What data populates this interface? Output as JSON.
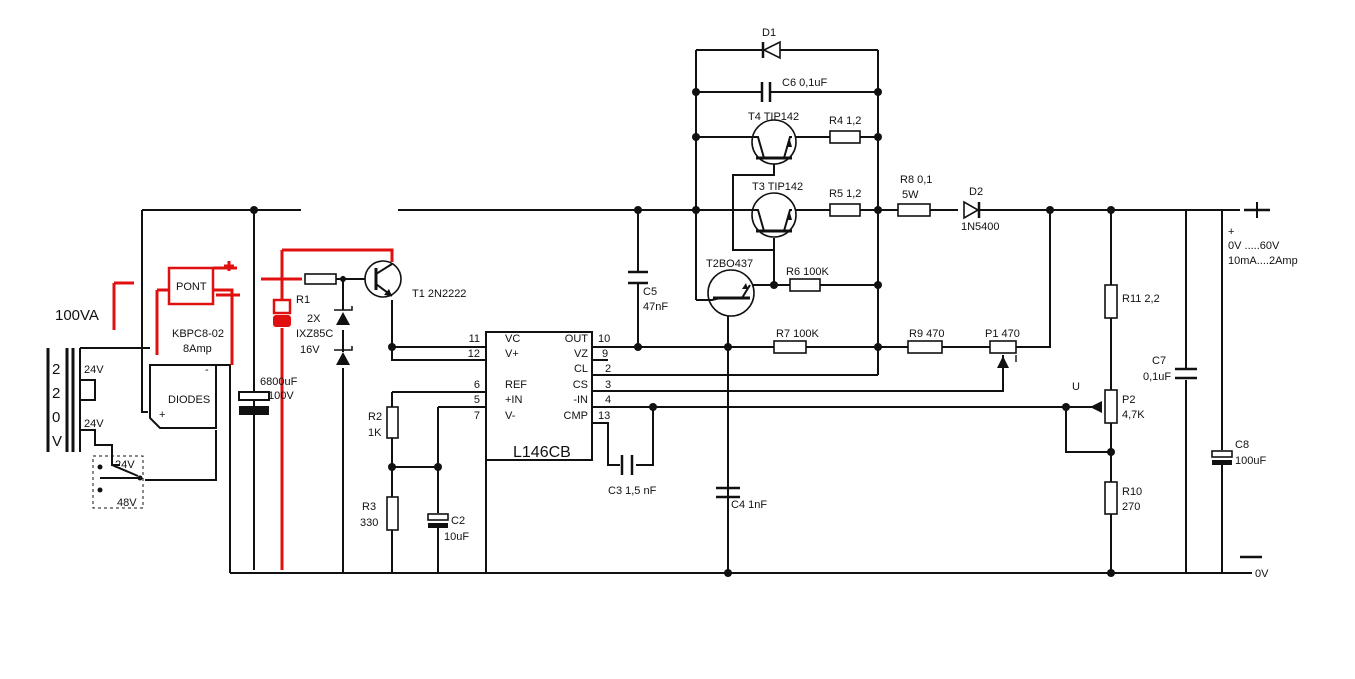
{
  "rating": "100VA",
  "mains": [
    "2",
    "2",
    "0",
    "V"
  ],
  "secondary": {
    "w1": "24V",
    "w2": "24V",
    "sw24": "24V",
    "sw48": "48V"
  },
  "bridge": {
    "name": "PONT",
    "part": "KBPC8-02",
    "rating": "8Amp",
    "block": "DIODES",
    "minus": "-",
    "plus": "+"
  },
  "filter_cap": {
    "value": "6800uF",
    "voltage": "100V"
  },
  "r1": {
    "name": "R1"
  },
  "zeners": {
    "count": "2X",
    "part": "IXZ85C",
    "voltage": "16V"
  },
  "t1": {
    "name": "T1 2N2222"
  },
  "ic": {
    "name": "L146CB",
    "left": [
      {
        "num": "11",
        "pin": "VC"
      },
      {
        "num": "12",
        "pin": "V+"
      },
      {
        "num": "6",
        "pin": "REF"
      },
      {
        "num": "5",
        "pin": "+IN"
      },
      {
        "num": "7",
        "pin": "V-"
      }
    ],
    "right": [
      {
        "num": "10",
        "pin": "OUT"
      },
      {
        "num": "9",
        "pin": "VZ"
      },
      {
        "num": "2",
        "pin": "CL"
      },
      {
        "num": "3",
        "pin": "CS"
      },
      {
        "num": "4",
        "pin": "-IN"
      },
      {
        "num": "13",
        "pin": "CMP"
      }
    ]
  },
  "r2": {
    "name": "R2",
    "value": "1K"
  },
  "r3": {
    "name": "R3",
    "value": "330"
  },
  "c2": {
    "name": "C2",
    "value": "10uF"
  },
  "c3": {
    "label": "C3 1,5 nF"
  },
  "c4": {
    "label": "C4 1nF"
  },
  "c5": {
    "name": "C5",
    "value": "47nF"
  },
  "d1": {
    "name": "D1"
  },
  "c6": {
    "label": "C6 0,1uF"
  },
  "t4": {
    "label": "T4 TIP142"
  },
  "r4": {
    "label": "R4 1,2"
  },
  "t3": {
    "label": "T3 TIP142"
  },
  "r5": {
    "label": "R5 1,2"
  },
  "t2": {
    "label": "T2BO437"
  },
  "r6": {
    "label": "R6 100K"
  },
  "r7": {
    "label": "R7 100K"
  },
  "r8": {
    "label": "R8  0,1",
    "power": "5W"
  },
  "d2": {
    "name": "D2",
    "part": "1N5400"
  },
  "r9": {
    "label": "R9 470"
  },
  "p1": {
    "label": "P1 470"
  },
  "r11": {
    "label": "R11 2,2"
  },
  "p2": {
    "name": "P2",
    "value": "4,7K",
    "node": "U"
  },
  "r10": {
    "name": "R10",
    "value": "270"
  },
  "c7": {
    "name": "C7",
    "value": "0,1uF"
  },
  "c8": {
    "name": "C8",
    "value": "100uF"
  },
  "output": {
    "plus": "+",
    "range": "0V .....60V",
    "current": "10mA....2Amp",
    "zero": "0V"
  }
}
